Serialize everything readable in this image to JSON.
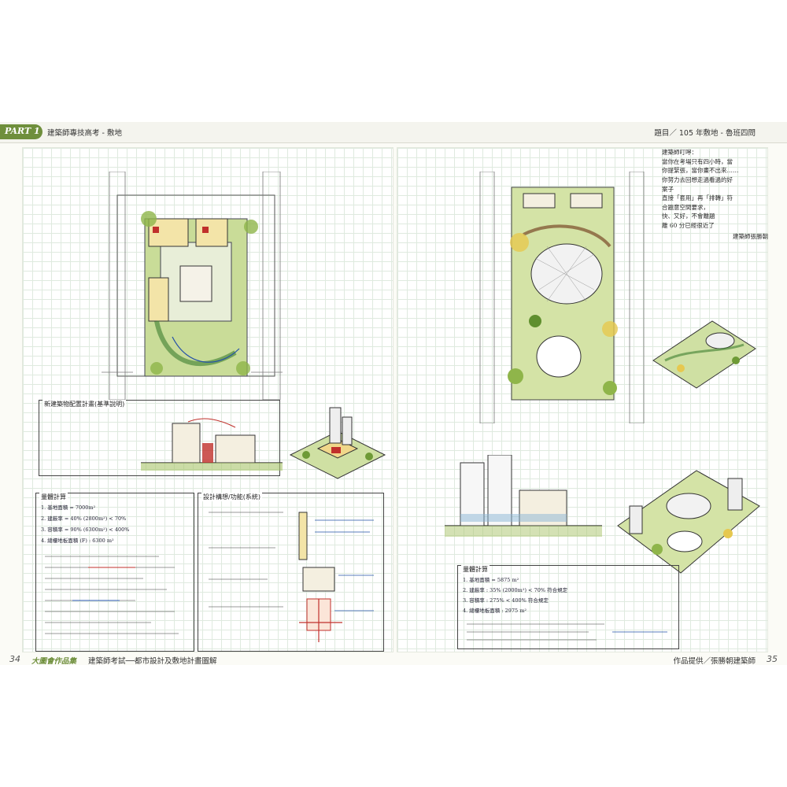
{
  "header": {
    "part_label": "PART 1",
    "left_title": "建築師專技高考 - 敷地",
    "right_title": "題目／ 105 年敷地 - 魯班四問"
  },
  "footer": {
    "left_page": "34",
    "series": "大圖會作品集",
    "left_text": "建築師考試──都市設計及敷地計畫圖解",
    "right_text": "作品提供／張勝朝建築師",
    "right_page": "35"
  },
  "memo": {
    "lines": [
      "建築師叮嚀：",
      "當你在考場只有四小時，當",
      "你提緊張，當你畫不出來……",
      "你努力去回想走過看過的好",
      "案子",
      "直接「套用」再「排轉」符",
      "合題意空間要求，",
      "快、又好，不會離題",
      "離 60 分已經很近了"
    ],
    "signature": "建築師張勝朝"
  },
  "notes": {
    "left_section_title": "新建築物配置計畫(基準說明)",
    "left_calc_title": "量體計算",
    "left_mid_title": "設計構想/功能(系統)",
    "right_calc_title": "量體計算"
  },
  "calc_left": [
    "1. 基地面積 = 7000m²",
    "2. 建蔽率 = 40% (2800m²) < 70%",
    "3. 容積率 = 90% (6300m²) < 400%",
    "4. 總樓地板面積 (F) : 6300 m²"
  ],
  "calc_right": [
    "1. 基地面積 = 5875 m²",
    "2. 建蔽率 : 35% (2000m²) < 70% 符合規定",
    "3. 容積率 : 275% < 400% 符合規定",
    "4. 總樓地板面積 : 2975 m²"
  ],
  "colors": {
    "accent_green": "#6f8f3c",
    "grid_line": "#dfeadf",
    "ink_blue": "#2350a8",
    "ink_red": "#c0302b"
  }
}
